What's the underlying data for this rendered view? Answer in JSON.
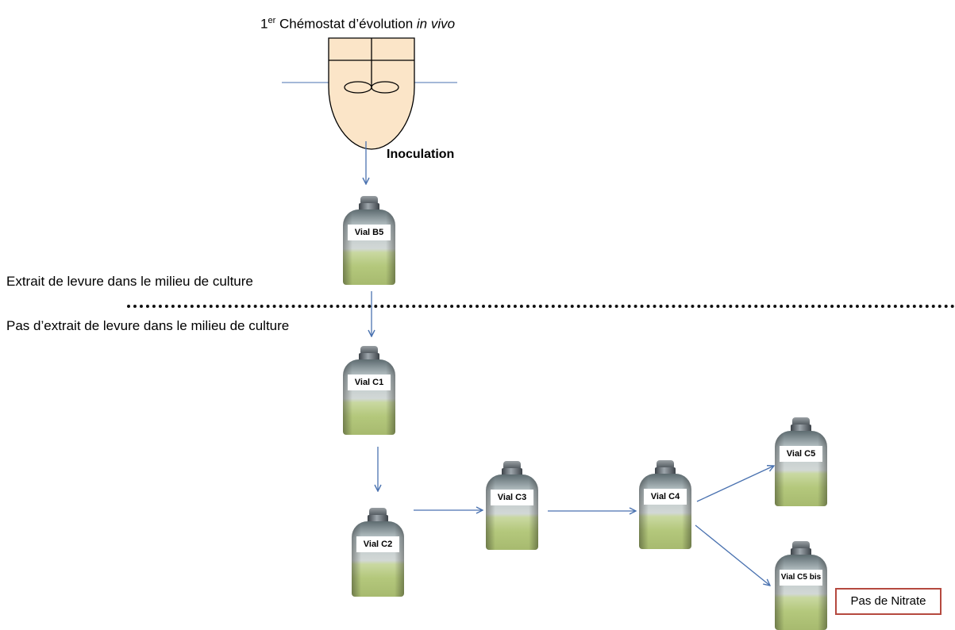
{
  "title": {
    "number": "1",
    "superscript": "er",
    "text": " Chémostat d’évolution ",
    "italic": "in vivo"
  },
  "inoculation_label": "Inoculation",
  "zones": {
    "with_yeast_extract": "Extrait de levure dans le milieu de culture",
    "without_yeast_extract": "Pas d’extrait de levure dans le milieu de culture"
  },
  "vials": {
    "b5": "Vial B5",
    "c1": "Vial C1",
    "c2": "Vial C2",
    "c3": "Vial C3",
    "c4": "Vial C4",
    "c5": "Vial C5",
    "c5bis": "Vial C5 bis"
  },
  "callout": "Pas de Nitrate",
  "colors": {
    "arrow": "#4a72b0",
    "vessel_fill": "#fbe5c8",
    "vessel_stroke": "#000000",
    "callout_border": "#b5493f",
    "culture_liquid": "#b4c87c"
  }
}
